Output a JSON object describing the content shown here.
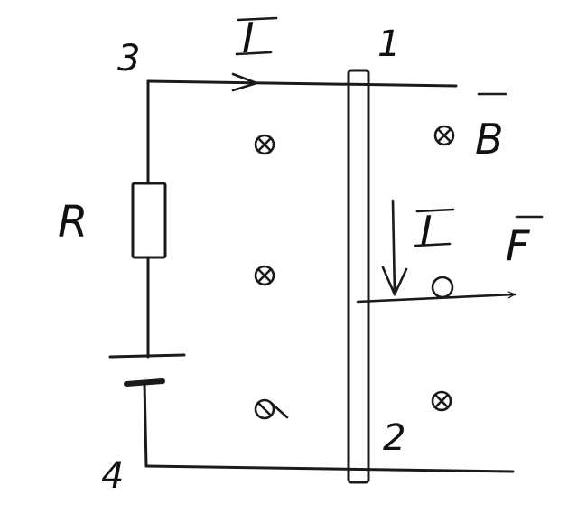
{
  "labels": {
    "node_1": "1",
    "node_2": "2",
    "node_3": "3",
    "node_4": "4",
    "current_top": "I",
    "current_rod": "I",
    "resistor": "R",
    "field": "B",
    "force": "F"
  },
  "field_direction": "into-page",
  "stroke_color": "#1a1a1a"
}
